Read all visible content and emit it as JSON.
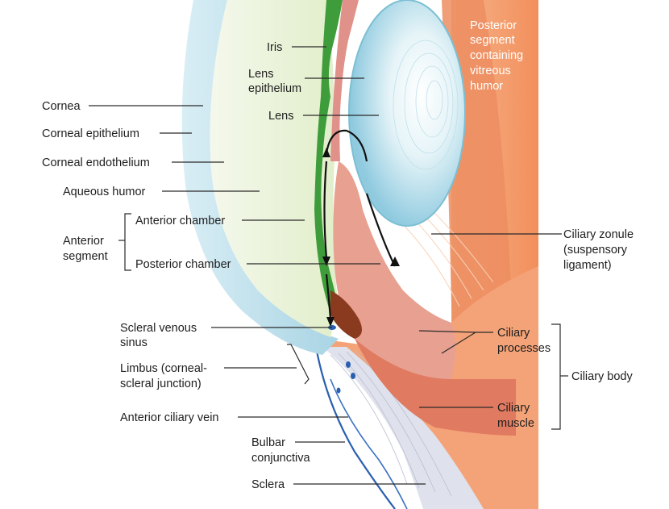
{
  "labels": {
    "iris": "Iris",
    "lens_epithelium": [
      "Lens",
      "epithelium"
    ],
    "lens": "Lens",
    "posterior_segment": [
      "Posterior",
      "segment",
      "containing",
      "vitreous",
      "humor"
    ],
    "cornea": "Cornea",
    "corneal_epithelium": "Corneal epithelium",
    "corneal_endothelium": "Corneal endothelium",
    "aqueous_humor": "Aqueous humor",
    "anterior_chamber": "Anterior chamber",
    "anterior_segment": [
      "Anterior",
      "segment"
    ],
    "posterior_chamber": "Posterior chamber",
    "ciliary_zonule": [
      "Ciliary zonule",
      "(suspensory",
      "ligament)"
    ],
    "scleral_venous_sinus": [
      "Scleral venous",
      "sinus"
    ],
    "limbus": [
      "Limbus (corneal-",
      "scleral junction)"
    ],
    "ciliary_processes": [
      "Ciliary",
      "processes"
    ],
    "ciliary_body": "Ciliary body",
    "anterior_ciliary_vein": "Anterior ciliary vein",
    "ciliary_muscle": [
      "Ciliary",
      "muscle"
    ],
    "bulbar_conjunctiva": [
      "Bulbar",
      "conjunctiva"
    ],
    "sclera": "Sclera"
  },
  "colors": {
    "sclera_orange": "#f0a070",
    "choroid": "#e8845a",
    "aqueous": "#e8f3d8",
    "cornea_blue": "#bfe0ec",
    "lens_blue": "#9fd4e4",
    "iris_green": "#3f9c3a",
    "ciliary_pink": "#e8a090",
    "conjunctiva_blue": "#2a5fb0"
  }
}
